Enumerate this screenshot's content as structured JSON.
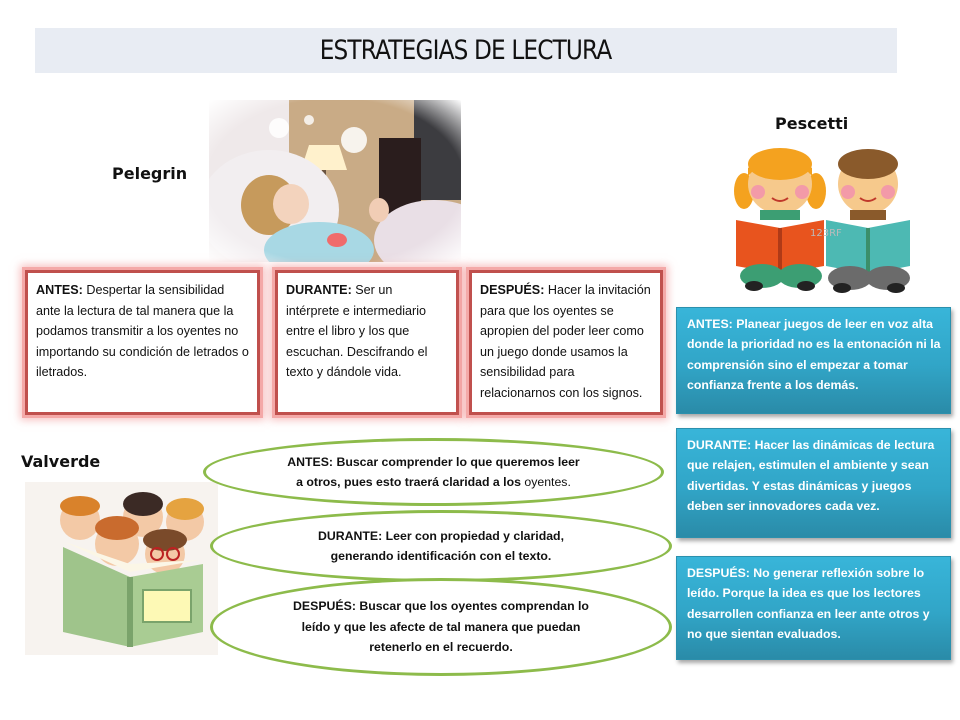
{
  "title": "ESTRATEGIAS DE LECTURA",
  "colors": {
    "title_bg": "#e8ecf3",
    "pelegrin_border": "#c0504d",
    "pelegrin_glow": "#f4a9a8",
    "pescetti_box_top": "#38b5d9",
    "pescetti_box_bottom": "#2a8ba8",
    "valverde_ellipse_stroke": "#8dbb4b"
  },
  "pelegrin": {
    "label": "Pelegrin",
    "image_icon": "girl-reading-in-bed-image",
    "antes": {
      "label": "ANTES:",
      "text": " Despertar la sensibilidad ante la lectura de tal manera que la podamos transmitir a los oyentes no importando su condición de letrados o iletrados."
    },
    "durante": {
      "label": "DURANTE:",
      "text": " Ser un intérprete e intermediario entre el libro y los que escuchan. Descifrando el texto y dándole vida."
    },
    "despues": {
      "label": "DESPUÉS:",
      "text": " Hacer la invitación para que los oyentes se apropien del poder leer como un juego donde usamos la sensibilidad para relacionarnos con los signos."
    }
  },
  "pescetti": {
    "label": "Pescetti",
    "image_icon": "two-children-reading-image",
    "watermark": "123RF",
    "antes": "ANTES: Planear juegos de leer en voz alta donde la prioridad no es la entonación ni la comprensión sino el empezar a tomar confianza frente a  los demás.",
    "durante": "DURANTE: Hacer las  dinámicas de lectura que relajen, estimulen el ambiente y sean divertidas.  Y estas dinámicas y juegos deben ser innovadores cada vez.",
    "despues": "DESPUÉS: No generar reflexión sobre lo leído. Porque la idea es que los lectores desarrollen confianza en leer ante otros y no que sientan evaluados."
  },
  "valverde": {
    "label": "Valverde",
    "image_icon": "children-with-big-book-image",
    "antes": {
      "line1": "ANTES: Buscar comprender lo que queremos leer",
      "line2_bold": "a otros, pues esto traerá claridad a los ",
      "line2_normal": "oyentes."
    },
    "durante": {
      "line1": "DURANTE: Leer con propiedad y claridad,",
      "line2": "generando identificación con el texto."
    },
    "despues": {
      "line1": "DESPUÉS: Buscar que  los oyentes comprendan lo",
      "line2": "leído y que les afecte de tal manera que puedan",
      "line3": "retenerlo en el recuerdo."
    }
  }
}
